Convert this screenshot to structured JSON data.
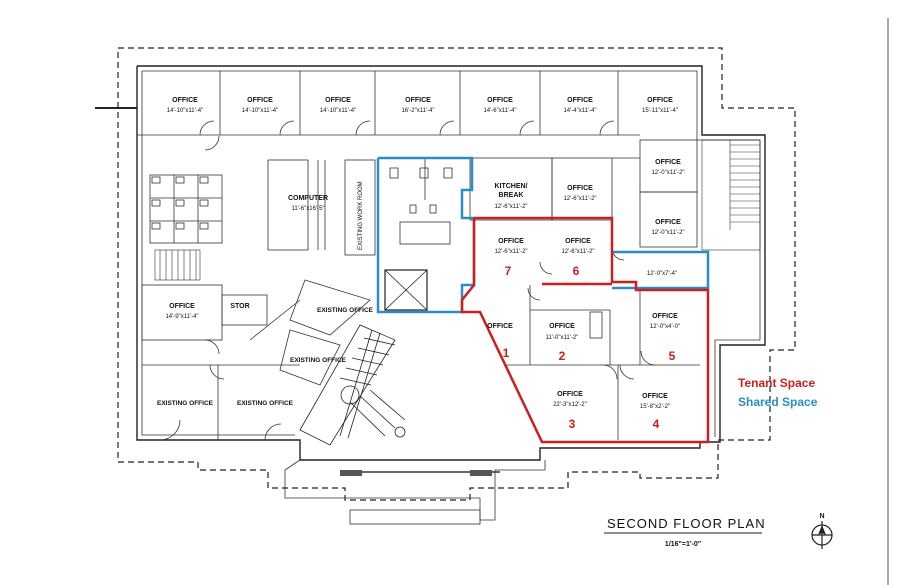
{
  "plan": {
    "title": "SECOND FLOOR PLAN",
    "scale": "1/16\"=1'-0\"",
    "north": "N"
  },
  "legend": {
    "tenant": "Tenant Space",
    "shared": "Shared Space"
  },
  "colors": {
    "tenant": "#cc1f1f",
    "shared": "#2a8cc8"
  },
  "rooms": {
    "top_1": {
      "name": "OFFICE",
      "dim": "14'-10\"x11'-4\""
    },
    "top_2": {
      "name": "OFFICE",
      "dim": "14'-10\"x11'-4\""
    },
    "top_3": {
      "name": "OFFICE",
      "dim": "14'-10\"x11'-4\""
    },
    "top_4": {
      "name": "OFFICE",
      "dim": "16'-2\"x11'-4\""
    },
    "top_5": {
      "name": "OFFICE",
      "dim": "14'-6\"x11'-4\""
    },
    "top_6": {
      "name": "OFFICE",
      "dim": "14'-4\"x11'-4\""
    },
    "top_7": {
      "name": "OFFICE",
      "dim": "15'-11\"x11'-4\""
    },
    "right_1": {
      "name": "OFFICE",
      "dim": "12'-0\"x11'-2\""
    },
    "right_2": {
      "name": "OFFICE",
      "dim": "12'-0\"x11'-2\""
    },
    "computer": {
      "name": "COMPUTER",
      "dim": "11'-6\"x16'-5\""
    },
    "work_room": {
      "name": "EXISTING WORK ROOM"
    },
    "kitchen": {
      "name": "KITCHEN/",
      "name2": "BREAK",
      "dim": "12'-6\"x11'-2\""
    },
    "mid_office": {
      "name": "OFFICE",
      "dim": "12'-6\"x11'-2\""
    },
    "t7": {
      "name": "OFFICE",
      "dim": "12'-6\"x11'-2\""
    },
    "t6": {
      "name": "OFFICE",
      "dim": "12'-6\"x11'-2\""
    },
    "corridor": {
      "dim": "12'-0\"x7'-4\""
    },
    "t1": {
      "name": "OFFICE"
    },
    "t2": {
      "name": "OFFICE",
      "dim": "11'-0\"x11'-2\""
    },
    "t5": {
      "name": "OFFICE",
      "dim": "12'-0\"x4'-0\""
    },
    "t3": {
      "name": "OFFICE",
      "dim": "22'-3\"x12'-2\""
    },
    "t4": {
      "name": "OFFICE",
      "dim": "15'-8\"x2'-2\""
    },
    "left_office": {
      "name": "OFFICE",
      "dim": "14'-9\"x11'-4\""
    },
    "stor": {
      "name": "STOR"
    },
    "ex1": {
      "name": "EXISTING OFFICE"
    },
    "ex2": {
      "name": "EXISTING OFFICE"
    },
    "ex3": {
      "name": "EXISTING OFFICE"
    },
    "ex4": {
      "name": "EXISTING OFFICE"
    }
  },
  "tenant_numbers": [
    "1",
    "2",
    "3",
    "4",
    "5",
    "6",
    "7"
  ]
}
